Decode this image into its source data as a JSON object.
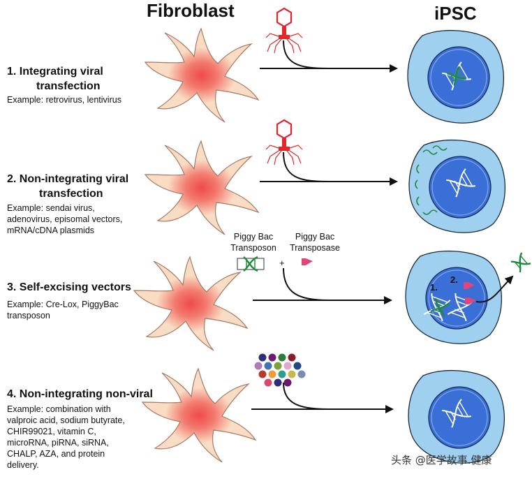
{
  "headers": {
    "left": "Fibroblast",
    "right": "iPSC"
  },
  "methods": [
    {
      "title_line1": "1. Integrating viral",
      "title_line2": "transfection",
      "example": [
        "Example: retrovirus, lentivirus"
      ]
    },
    {
      "title_line1": "2. Non-integrating viral",
      "title_line2": "transfection",
      "example": [
        "Example: sendai virus,",
        "adenovirus, episomal vectors,",
        "mRNA/cDNA plasmids"
      ]
    },
    {
      "title_line1": "3. Self-excising vectors",
      "title_line2": "",
      "example": [
        "Example: Cre-Lox, PiggyBac",
        "transposon"
      ]
    },
    {
      "title_line1": "4. Non-integrating non-viral",
      "title_line2": "",
      "example": [
        "Example: combination with",
        "valproic acid, sodium butyrate,",
        "CHIR99021, vitamin C,",
        "microRNA, piRNA, siRNA,",
        "CHALP, AZA, and protein",
        "delivery."
      ]
    }
  ],
  "piggybac": {
    "transposon_line1": "Piggy Bac",
    "transposon_line2": "Transposon",
    "transposase_line1": "Piggy Bac",
    "transposase_line2": "Transposase",
    "plus": "+",
    "step1": "1.",
    "step2": "2."
  },
  "watermark": "头条 @医学故事.健康",
  "colors": {
    "cell_fill": "#f9dcc4",
    "cell_center": "#ef4a4a",
    "cell_outline": "#b98a73",
    "ipsc_outer": "#9fd0ef",
    "ipsc_nucleus": "#3a6fd8",
    "dna_green": "#1d8a3a",
    "dna_white": "#ffffff",
    "virus_red": "#e4262c",
    "enzyme_pink": "#e0457b"
  },
  "molecule_colors": [
    "#2b2e7a",
    "#6b1a6e",
    "#2f7c3a",
    "#8a1c2a",
    "#b07bb8",
    "#3f74b7",
    "#7aa13c",
    "#e3a7c9",
    "#1e4a8a",
    "#b23a2f",
    "#f09a3a",
    "#2e9f8e",
    "#c7b94a",
    "#7a8bb0",
    "#d84a6a"
  ]
}
